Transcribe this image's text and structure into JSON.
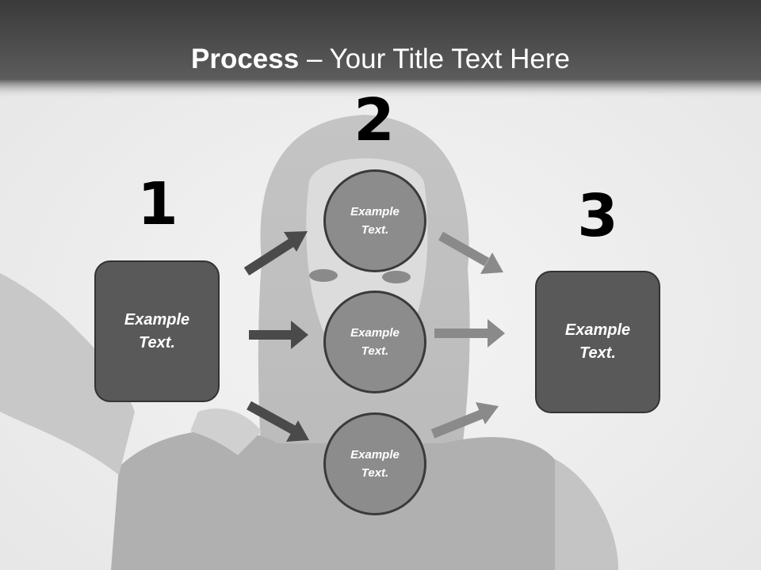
{
  "title": {
    "bold": "Process",
    "rest": " – Your Title Text Here"
  },
  "steps": {
    "one": "1",
    "two": "2",
    "three": "3"
  },
  "left_box": {
    "text": "Example Text."
  },
  "right_box": {
    "text": "Example Text."
  },
  "circles": [
    {
      "text": "Example Text."
    },
    {
      "text": "Example Text."
    },
    {
      "text": "Example Text."
    }
  ],
  "colors": {
    "header_dark": "#3c3c3c",
    "box_fill": "#595959",
    "circle_fill": "#8c8c8c",
    "arrow_dark": "#4a4a4a",
    "arrow_light": "#8a8a8a"
  }
}
